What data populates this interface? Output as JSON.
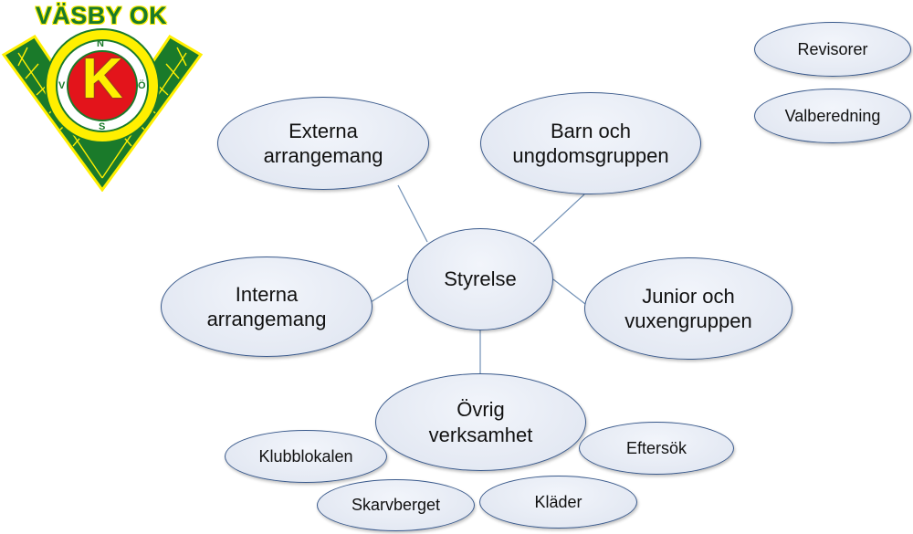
{
  "logo": {
    "title": "VÄSBY OK",
    "letter": "K",
    "n": "N",
    "v": "V",
    "o": "Ö",
    "s": "S"
  },
  "nodes": {
    "styrelse": "Styrelse",
    "externa": "Externa\narrangemang",
    "barn": "Barn och\nungdomsgruppen",
    "interna": "Interna\narrangemang",
    "junior": "Junior och\nvuxengruppen",
    "ovrig": "Övrig\nverksamhet",
    "klubblokalen": "Klubblokalen",
    "eftersok": "Eftersök",
    "skarvberget": "Skarvberget",
    "klader": "Kläder",
    "revisorer": "Revisorer",
    "valberedning": "Valberedning"
  },
  "colors": {
    "node_border": "#3a5a8c",
    "node_fill": "#e4e9f3",
    "connector": "#6f8fb5",
    "logo_green": "#1a7a2a",
    "logo_yellow": "#ffef00",
    "logo_red": "#e3141b"
  }
}
